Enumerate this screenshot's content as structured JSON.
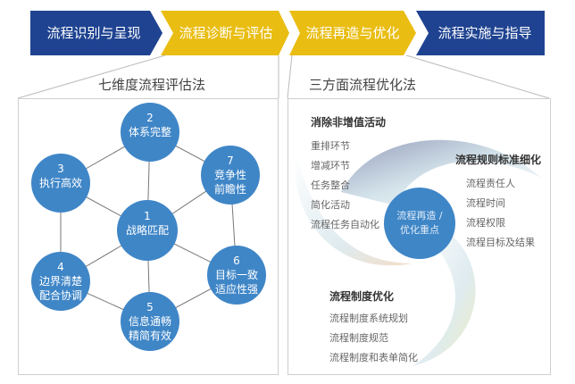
{
  "steps": [
    "流程识别与呈现",
    "流程诊断与评估",
    "流程再造与优化",
    "流程实施与指导"
  ],
  "left": {
    "title": "七维度流程评估法",
    "nodes": [
      {
        "num": "1",
        "label": "战略匹配"
      },
      {
        "num": "2",
        "label": "体系完整"
      },
      {
        "num": "3",
        "label": "执行高效"
      },
      {
        "num": "4",
        "label": "边界清楚\n配合协调"
      },
      {
        "num": "5",
        "label": "信息通畅\n精简有效"
      },
      {
        "num": "6",
        "label": "目标一致\n适应性强"
      },
      {
        "num": "7",
        "label": "竞争性\n前瞻性"
      }
    ]
  },
  "right": {
    "title": "三方面流程优化法",
    "center": "流程再造 /\n优化重点",
    "groups": [
      {
        "heading": "消除非增值活动",
        "items": [
          "重排环节",
          "增减环节",
          "任务整合",
          "简化活动",
          "流程任务自动化"
        ]
      },
      {
        "heading": "流程规则标准细化",
        "items": [
          "流程责任人",
          "流程时间",
          "流程权限",
          "流程目标及结果"
        ]
      },
      {
        "heading": "流程制度优化",
        "items": [
          "流程制度系统规划",
          "流程制度规范",
          "流程制度和表单简化"
        ]
      }
    ]
  },
  "colors": {
    "blue": "#1f4391",
    "yellow": "#e9bd12",
    "circle": "#3f86c7"
  }
}
